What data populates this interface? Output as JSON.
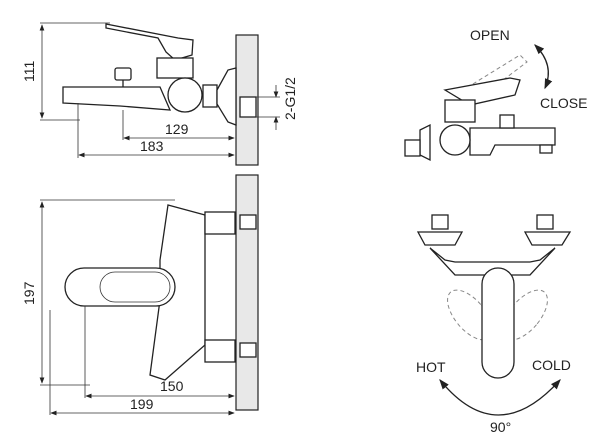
{
  "side_view": {
    "height_dim": "111",
    "outlet_dim": "129",
    "spout_dim": "183",
    "thread": "2-G1/2"
  },
  "top_view": {
    "depth_dim": "197",
    "handle_dim": "150",
    "total_dim": "199"
  },
  "operation": {
    "open": "OPEN",
    "close": "CLOSE",
    "hot": "HOT",
    "cold": "COLD",
    "rotation": "90°"
  }
}
